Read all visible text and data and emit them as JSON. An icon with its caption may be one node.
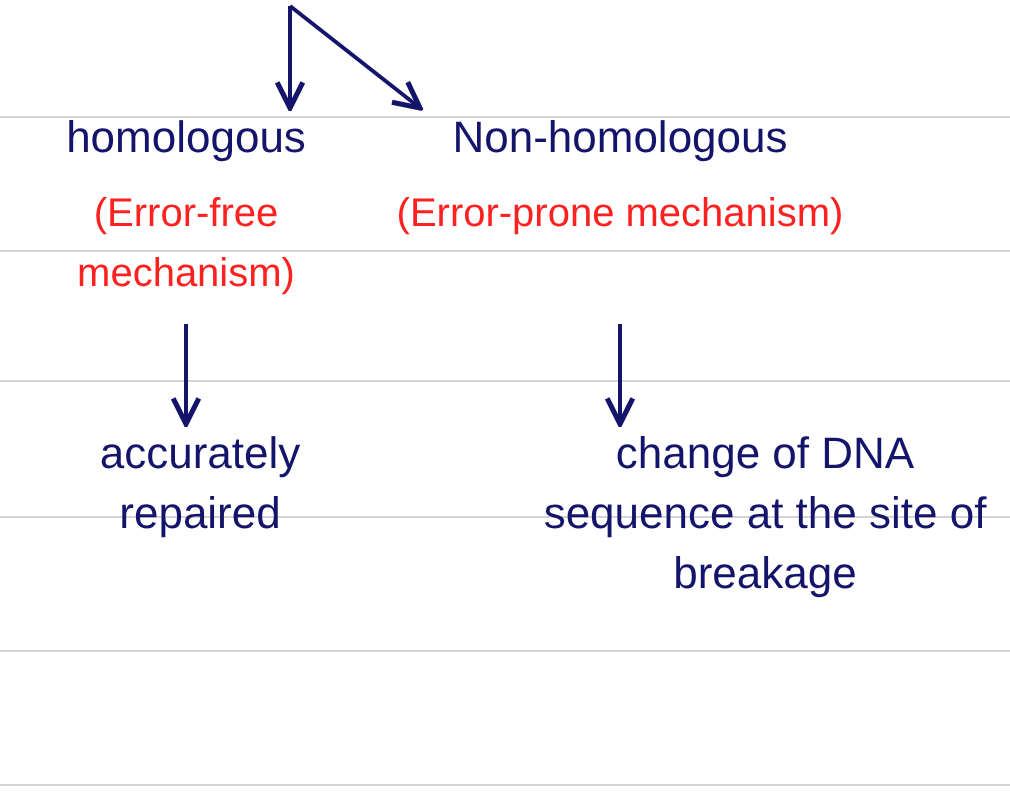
{
  "diagram": {
    "nodes": [
      {
        "text": [
          "homologous",
          "(Error-free mechanism)"
        ]
      },
      {
        "text": [
          "Non-homologous",
          "(Error-prone mechanism)"
        ]
      },
      {
        "text": [
          "accurately repaired"
        ]
      },
      {
        "text": [
          "change of DNA sequence at the site of breakage"
        ]
      }
    ],
    "edges": [
      {
        "from": null,
        "to": 0,
        "arrow": "to"
      },
      {
        "from": null,
        "to": 1,
        "arrow": "to"
      },
      {
        "from": 0,
        "to": 2,
        "arrow": "to"
      },
      {
        "from": 1,
        "to": 3,
        "arrow": "to"
      }
    ]
  }
}
